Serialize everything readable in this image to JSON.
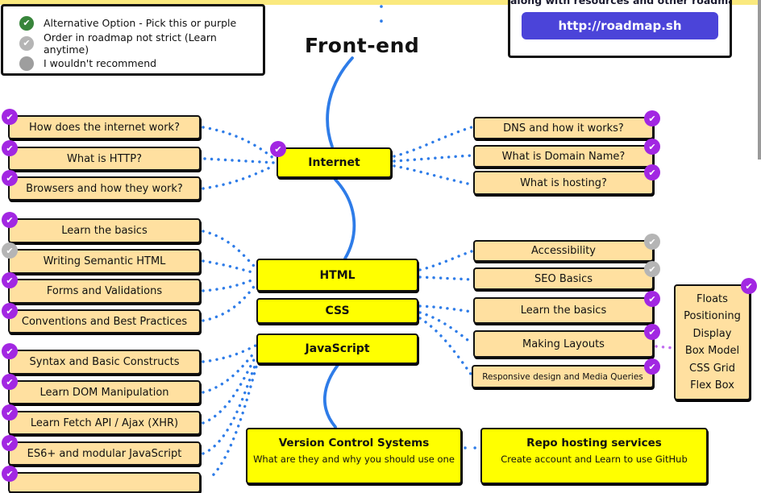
{
  "title": "Front-end",
  "legend": {
    "items": [
      {
        "icon": "green-check",
        "label": "Alternative Option - Pick this or purple"
      },
      {
        "icon": "gray-check",
        "label": "Order in roadmap not strict (Learn anytime)"
      },
      {
        "icon": "gray-dot",
        "label": "I wouldn't recommend"
      }
    ]
  },
  "banner": {
    "cut_text": "along with resources and other roadmaps",
    "button_label": "http://roadmap.sh"
  },
  "nodes": {
    "internet": "Internet",
    "html": "HTML",
    "css": "CSS",
    "javascript": "JavaScript",
    "vcs": {
      "title": "Version Control Systems",
      "subtitle": "What are they and why you should use one"
    },
    "repo": {
      "title": "Repo hosting services",
      "subtitle": "Create account and Learn to use GitHub"
    }
  },
  "internet_left": [
    {
      "label": "How does the internet work?",
      "badge": "purple"
    },
    {
      "label": "What is HTTP?",
      "badge": "purple"
    },
    {
      "label": "Browsers and how they work?",
      "badge": "purple"
    }
  ],
  "internet_right": [
    {
      "label": "DNS and how it works?",
      "badge": "purple"
    },
    {
      "label": "What is Domain Name?",
      "badge": "purple"
    },
    {
      "label": "What is hosting?",
      "badge": "purple"
    }
  ],
  "html_left": [
    {
      "label": "Learn the basics",
      "badge": "purple"
    },
    {
      "label": "Writing Semantic HTML",
      "badge": "gray"
    },
    {
      "label": "Forms and Validations",
      "badge": "purple"
    },
    {
      "label": "Conventions and Best Practices",
      "badge": "purple"
    }
  ],
  "html_right": [
    {
      "label": "Accessibility",
      "badge": "gray"
    },
    {
      "label": "SEO Basics",
      "badge": "gray"
    }
  ],
  "css_right": [
    {
      "label": "Learn the basics",
      "badge": "purple"
    },
    {
      "label": "Making Layouts",
      "badge": "purple"
    },
    {
      "label": "Responsive design and Media Queries",
      "badge": "purple"
    }
  ],
  "js_left": [
    {
      "label": "Syntax and Basic Constructs",
      "badge": "purple"
    },
    {
      "label": "Learn DOM Manipulation",
      "badge": "purple"
    },
    {
      "label": "Learn Fetch API / Ajax (XHR)",
      "badge": "purple"
    },
    {
      "label": "ES6+ and modular JavaScript",
      "badge": "purple"
    }
  ],
  "css_topics": {
    "badge": "purple",
    "items": [
      "Floats",
      "Positioning",
      "Display",
      "Box Model",
      "CSS Grid",
      "Flex Box"
    ]
  },
  "colors": {
    "node_yellow": "#ffff00",
    "topic_tan": "#ffe0a0",
    "badge_purple": "#a227e2",
    "badge_gray": "#b5b5b5",
    "line_blue": "#2e7ce8",
    "line_purple": "#c06cf0",
    "button_indigo": "#4b44d9",
    "legend_green": "#38853b",
    "strip_yellow": "#fae97e"
  }
}
